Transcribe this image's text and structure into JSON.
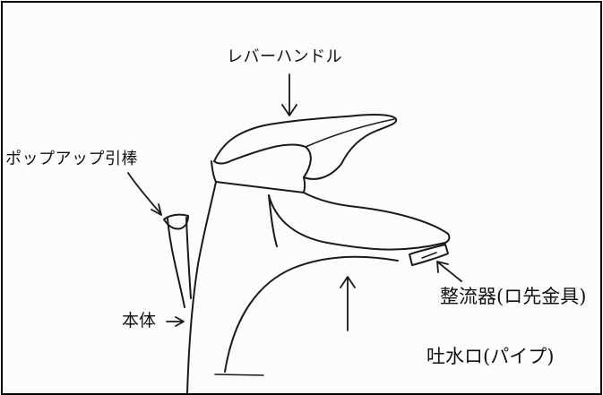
{
  "labels": {
    "lever_handle": "レバーハンドル",
    "popup_rod": "ポップアップ引棒",
    "body": "本体",
    "aerator": "整流器(ロ先金具)",
    "spout": "吐水ロ(パイプ)"
  },
  "colors": {
    "line": "#1a1a1a",
    "paper": "#fcfcfc",
    "border": "#000000"
  }
}
